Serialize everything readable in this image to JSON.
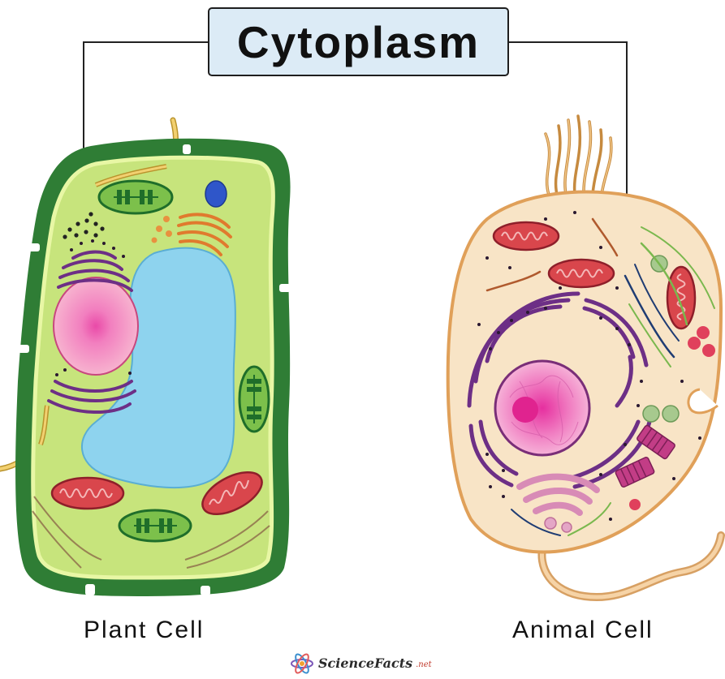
{
  "title": "Cytoplasm",
  "labels": {
    "plant_cell": "Plant Cell",
    "animal_cell": "Animal Cell"
  },
  "brand": {
    "name": "ScienceFacts",
    "suffix": ".net"
  },
  "colors": {
    "title_box_fill": "#dcebf6",
    "cell_wall": "#2d7a33",
    "plant_cytoplasm": "#c9e67e",
    "vacuole": "#8fd3ee",
    "nucleus_plant": "#f6a8c8",
    "animal_cytoplasm": "#f8e4c6",
    "animal_membrane": "#e3a35a",
    "mitochondria": "#d9464c",
    "chloroplast": "#7cc04b",
    "endoplasmic_reticulum": "#7a3c8c",
    "golgi": "#e58a3a"
  },
  "icons": [
    "atom-icon"
  ]
}
